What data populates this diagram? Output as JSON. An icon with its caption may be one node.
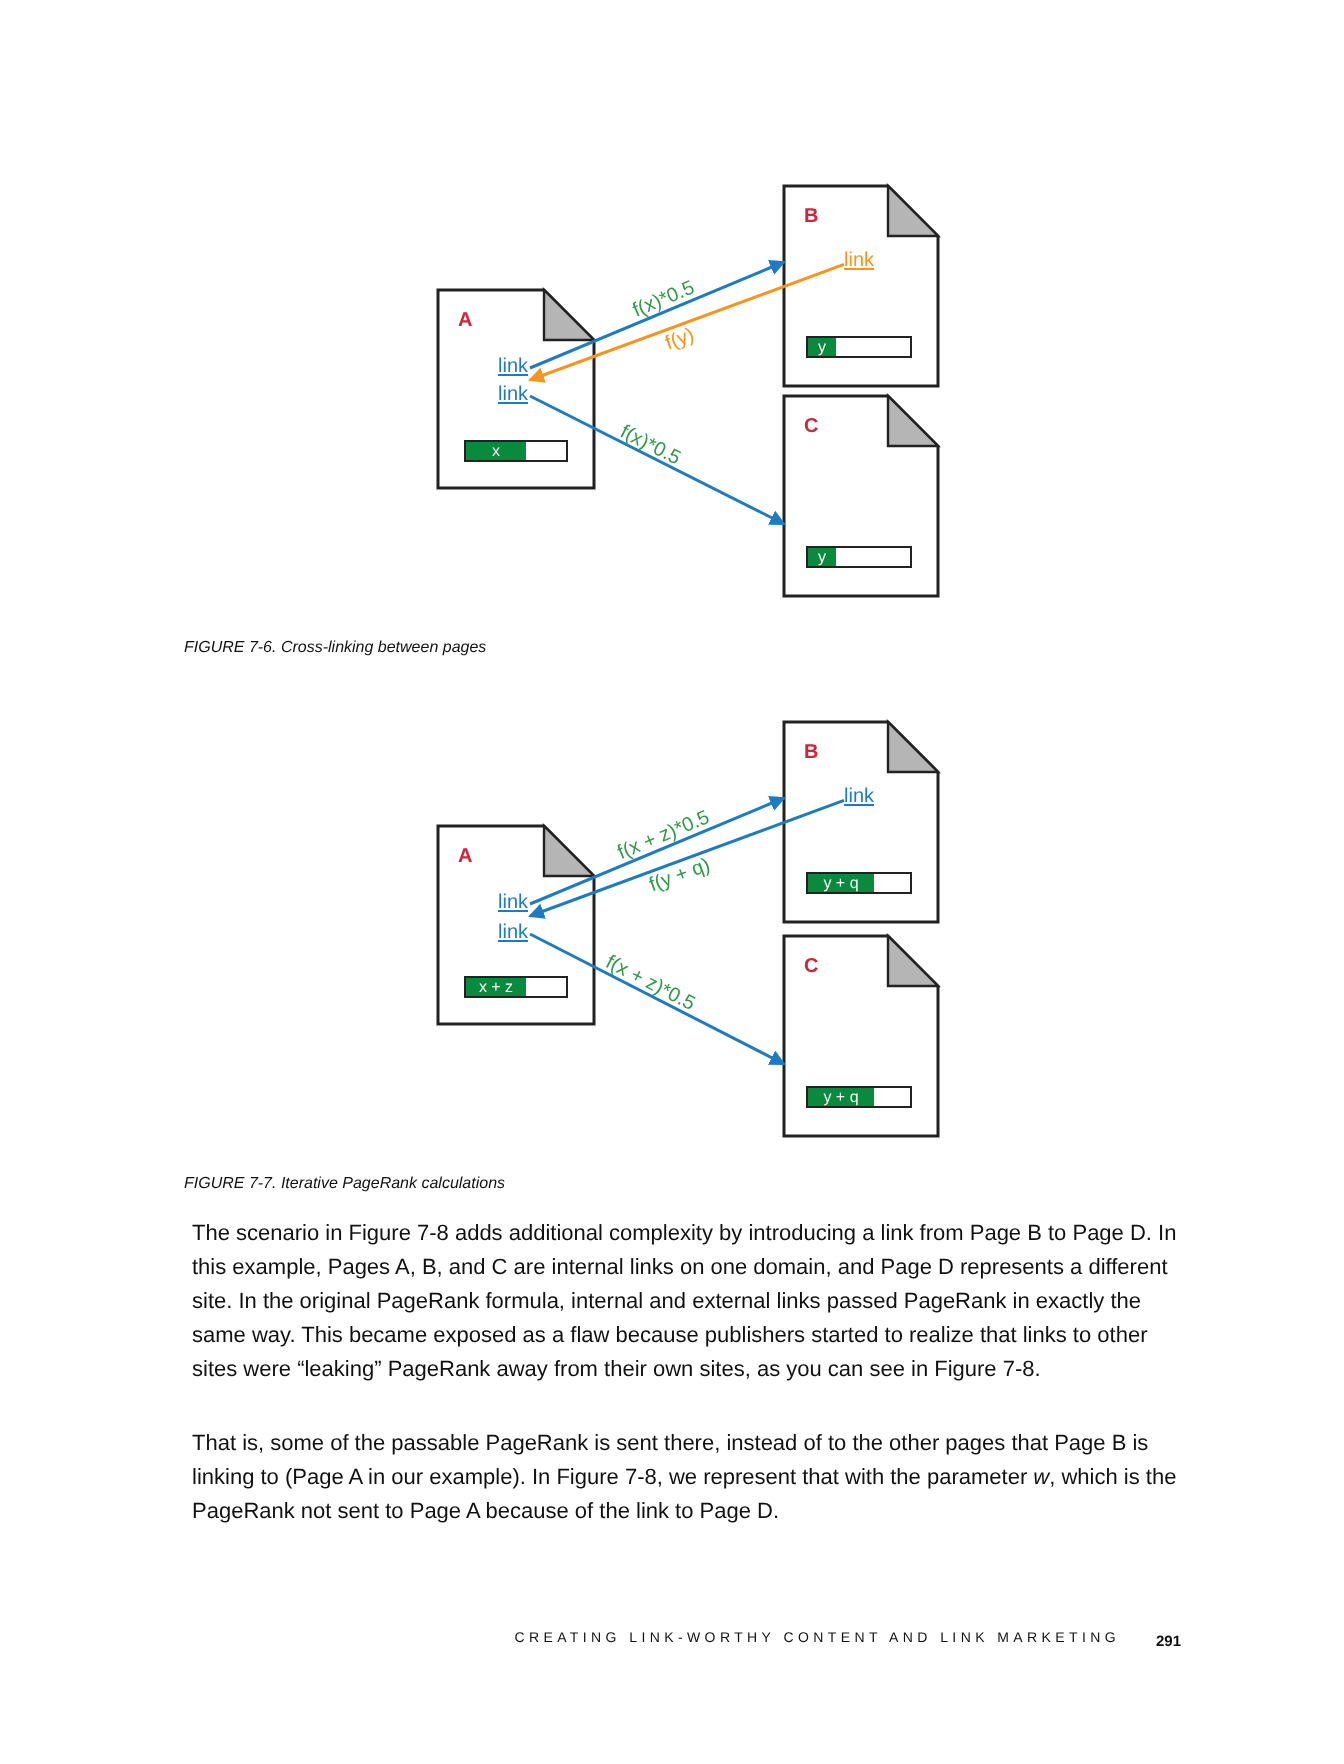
{
  "diagram": {
    "nodes": [
      {
        "text": [
          "A"
        ]
      },
      {
        "text": [
          "link"
        ],
        "in": 0
      },
      {
        "text": [
          "link"
        ],
        "in": 0
      },
      {
        "text": [
          "x"
        ],
        "in": 0
      },
      {
        "text": [
          "B"
        ]
      },
      {
        "text": [
          "link"
        ],
        "in": 4
      },
      {
        "text": [
          "y"
        ],
        "in": 4
      },
      {
        "text": [
          "C"
        ]
      },
      {
        "text": [
          "y"
        ],
        "in": 7
      },
      {
        "text": [
          "A"
        ]
      },
      {
        "text": [
          "link"
        ],
        "in": 9
      },
      {
        "text": [
          "link"
        ],
        "in": 9
      },
      {
        "text": [
          "x + z"
        ],
        "in": 9
      },
      {
        "text": [
          "B"
        ]
      },
      {
        "text": [
          "link"
        ],
        "in": 13
      },
      {
        "text": [
          "y + q"
        ],
        "in": 13
      },
      {
        "text": [
          "C"
        ]
      },
      {
        "text": [
          "y + q"
        ],
        "in": 16
      }
    ],
    "edges": [
      {
        "from": 1,
        "to": 4,
        "arrow": "to",
        "label": "f(x)*0.5"
      },
      {
        "from": 5,
        "to": 1,
        "arrow": "to",
        "label": "f(y)",
        "color": "#f7941d"
      },
      {
        "from": 2,
        "to": 7,
        "arrow": "to",
        "label": "f(x)*0.5"
      },
      {
        "from": 10,
        "to": 13,
        "arrow": "to",
        "label": "f(x + z)*0.5"
      },
      {
        "from": 14,
        "to": 10,
        "arrow": "to",
        "label": "f(y + q)"
      },
      {
        "from": 11,
        "to": 16,
        "arrow": "to",
        "label": "f(x + z)*0.5"
      }
    ],
    "labels": [
      "FIGURE 7-6. Cross-linking between pages",
      "FIGURE 7-7. Iterative PageRank calculations",
      "The scenario in Figure 7-8 adds additional complexity by introducing a link from Page B to Page D. In this example, Pages A, B, and C are internal links on one domain, and Page D represents a different site. In the original PageRank formula, internal and external links passed PageRank in exactly the same way. This became exposed as a flaw because publishers started to realize that links to other sites were “leaking” PageRank away from their own sites, as you can see in Figure 7-8.",
      "That is, some of the passable PageRank is sent there, instead of to the other pages that Page B is linking to (Page A in our example). In Figure 7-8, we represent that with the parameter *w*, which is the PageRank not sent to Page A because of the link to Page D.",
      "CREATING LINK-WORTHY CONTENT AND LINK MARKETING",
      "291"
    ]
  }
}
